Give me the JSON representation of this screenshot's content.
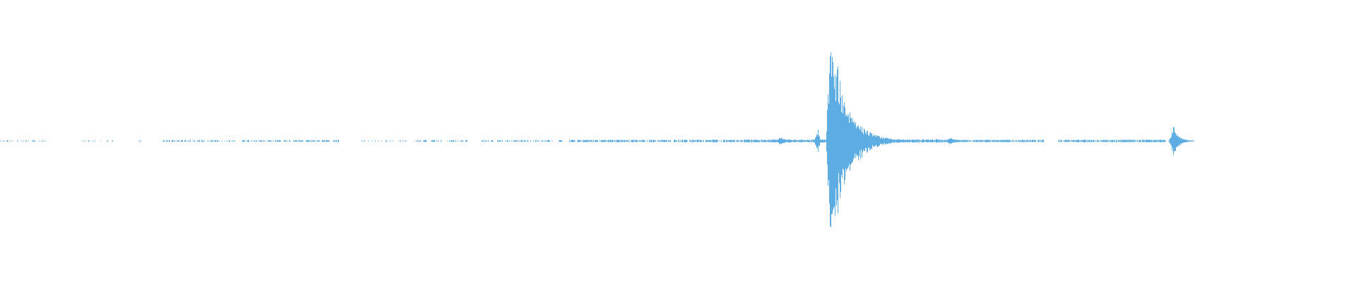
{
  "waveform": {
    "color": "#5DADE2",
    "background": "#ffffff",
    "baseline_amplitude": 0.004,
    "segments": [
      {
        "start": 0.0,
        "end": 0.035,
        "amp": 0.006,
        "density": 0.35
      },
      {
        "start": 0.06,
        "end": 0.085,
        "amp": 0.006,
        "density": 0.3
      },
      {
        "start": 0.1,
        "end": 0.104,
        "amp": 0.006,
        "density": 0.3
      },
      {
        "start": 0.12,
        "end": 0.25,
        "amp": 0.008,
        "density": 0.55
      },
      {
        "start": 0.265,
        "end": 0.3,
        "amp": 0.006,
        "density": 0.3
      },
      {
        "start": 0.305,
        "end": 0.345,
        "amp": 0.008,
        "density": 0.45
      },
      {
        "start": 0.355,
        "end": 0.415,
        "amp": 0.008,
        "density": 0.45
      },
      {
        "start": 0.42,
        "end": 0.495,
        "amp": 0.01,
        "density": 0.85
      },
      {
        "start": 0.497,
        "end": 0.56,
        "amp": 0.012,
        "density": 0.85
      },
      {
        "start": 0.56,
        "end": 0.6,
        "amp": 0.012,
        "density": 0.95
      },
      {
        "start": 0.6,
        "end": 0.7,
        "amp": 0.014,
        "density": 1.0
      },
      {
        "start": 0.7,
        "end": 0.77,
        "amp": 0.01,
        "density": 0.9
      },
      {
        "start": 0.78,
        "end": 0.86,
        "amp": 0.01,
        "density": 0.9
      },
      {
        "start": 0.862,
        "end": 0.875,
        "amp": 0.012,
        "density": 1.0
      }
    ],
    "bursts": [
      {
        "position": 0.575,
        "peak": 0.035,
        "decay": 0.006
      },
      {
        "position": 0.603,
        "peak": 0.12,
        "decay": 0.001
      },
      {
        "position": 0.612,
        "peak": 1.0,
        "decay": 0.012
      },
      {
        "position": 0.7,
        "peak": 0.035,
        "decay": 0.005
      },
      {
        "position": 0.865,
        "peak": 0.15,
        "decay": 0.004
      }
    ]
  }
}
